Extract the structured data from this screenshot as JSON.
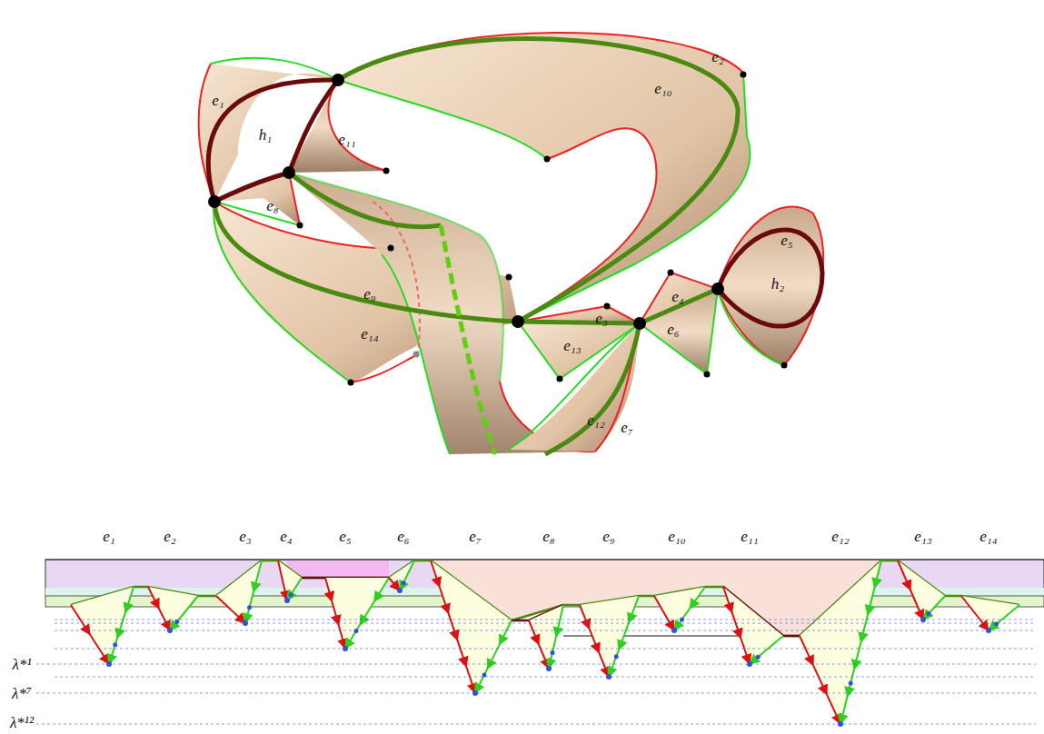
{
  "diagram": {
    "labels": [
      "e₁",
      "h₁",
      "e₁₁",
      "e₁₀",
      "e₂",
      "e₈",
      "e₅",
      "h₂",
      "e₉",
      "e₄",
      "e₃",
      "e₆",
      "e₁₄",
      "e₁₃",
      "e₁₂",
      "e₇",
      "e₁",
      "e₂",
      "e₃",
      "e₄",
      "e₅",
      "e₆",
      "e₇",
      "e₈",
      "e₉",
      "e₁₀",
      "e₁₁",
      "e₁₂",
      "e₁₃",
      "e₁₄",
      "λ*¹",
      "λ*⁷",
      "λ*¹²"
    ]
  }
}
